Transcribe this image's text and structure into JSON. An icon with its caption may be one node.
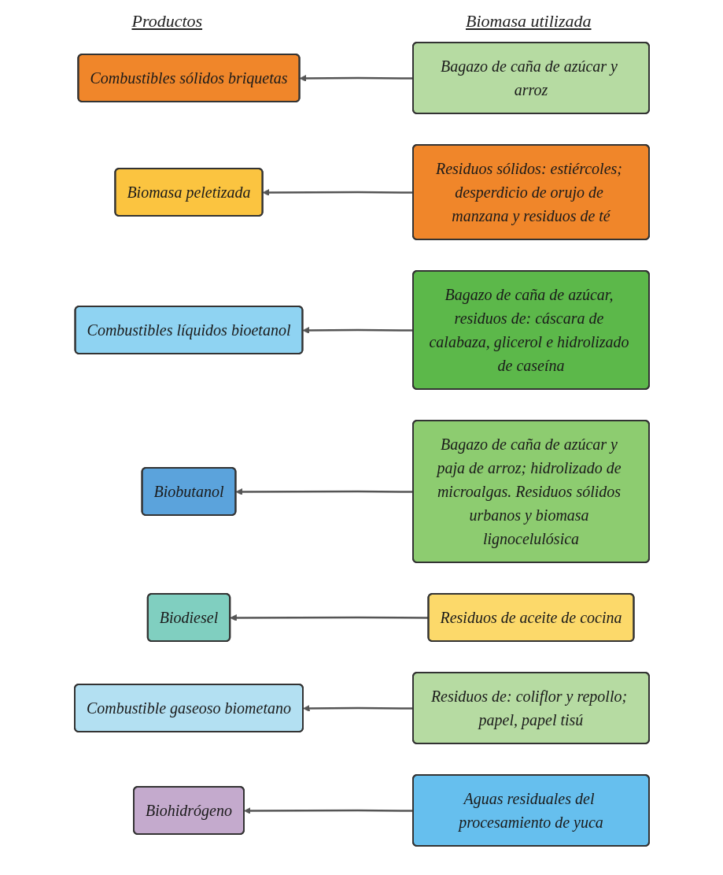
{
  "diagram": {
    "nodes": [
      {
        "text": [
          "Combustibles sólidos briquetas"
        ]
      },
      {
        "text": [
          "Bagazo de caña de azúcar y arroz"
        ]
      },
      {
        "text": [
          "Biomasa peletizada"
        ]
      },
      {
        "text": [
          "Residuos sólidos: estiércoles; desperdicio de orujo de manzana y residuos de té"
        ]
      },
      {
        "text": [
          "Combustibles líquidos bioetanol"
        ]
      },
      {
        "text": [
          "Bagazo de caña de azúcar, residuos de: cáscara de calabaza, glicerol e hidrolizado de caseína"
        ]
      },
      {
        "text": [
          "Biobutanol"
        ]
      },
      {
        "text": [
          "Bagazo de caña de azúcar y paja de arroz; hidrolizado de microalgas. Residuos sólidos urbanos y biomasa lignocelulósica"
        ]
      },
      {
        "text": [
          "Biodiesel"
        ]
      },
      {
        "text": [
          "Residuos de aceite de cocina"
        ]
      },
      {
        "text": [
          "Combustible gaseoso biometano"
        ]
      },
      {
        "text": [
          "Residuos de: coliflor y repollo; papel, papel tisú"
        ]
      },
      {
        "text": [
          "Biohidrógeno"
        ]
      },
      {
        "text": [
          "Aguas residuales del procesamiento de yuca"
        ]
      }
    ],
    "edges": [
      {
        "from": 1,
        "to": 0,
        "arrow": "to"
      },
      {
        "from": 3,
        "to": 2,
        "arrow": "to"
      },
      {
        "from": 5,
        "to": 4,
        "arrow": "to"
      },
      {
        "from": 7,
        "to": 6,
        "arrow": "to"
      },
      {
        "from": 9,
        "to": 8,
        "arrow": "to"
      },
      {
        "from": 11,
        "to": 10,
        "arrow": "to"
      },
      {
        "from": 13,
        "to": 12,
        "arrow": "to"
      }
    ],
    "labels": [
      "Productos",
      "Biomasa utilizada"
    ]
  }
}
